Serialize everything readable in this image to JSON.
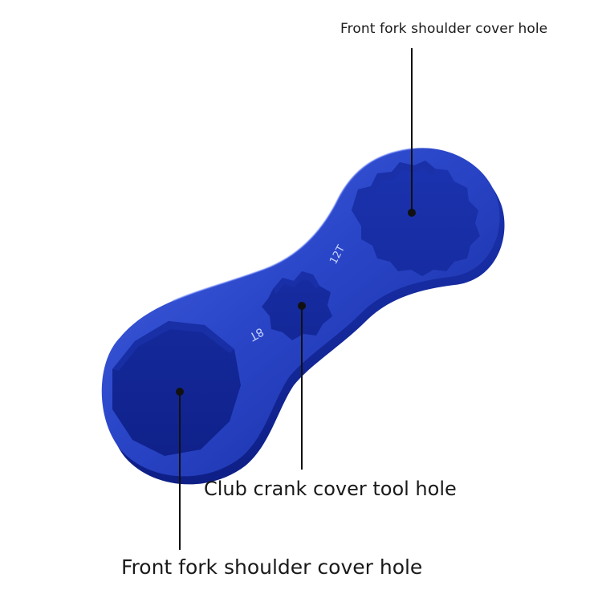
{
  "annotations": {
    "top_label": "Front fork shoulder cover hole",
    "middle_label": "Club crank cover tool hole",
    "bottom_label": "Front fork shoulder cover hole"
  },
  "engravings": {
    "small_hole_mark": "8T",
    "medium_hole_mark": "12T"
  },
  "colors": {
    "wrench_blue": "#2a46c8",
    "wrench_dark": "#12259a",
    "wrench_light": "#4f6bec",
    "background": "#ffffff",
    "leader_line": "#111111"
  }
}
